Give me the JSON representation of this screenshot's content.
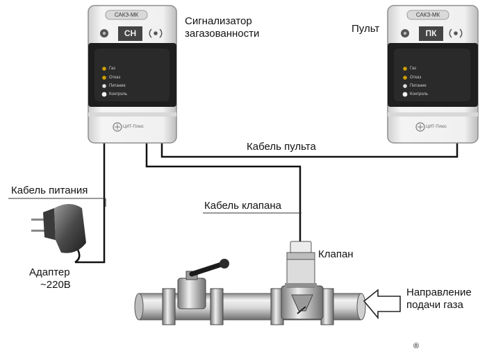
{
  "devices": {
    "detector": {
      "title_line1": "Сигнализатор",
      "title_line2": "загазованности",
      "model": "САКЗ-МК",
      "code": "СН",
      "indicators": [
        "Газ",
        "Отказ",
        "Питание",
        "Контроль"
      ],
      "brand": "ЦИТ-Плюс"
    },
    "remote": {
      "title": "Пульт",
      "model": "САКЗ-МК",
      "code": "ПК",
      "indicators": [
        "Газ",
        "Отказ",
        "Питание",
        "Контроль"
      ],
      "brand": "ЦИТ-Плюс"
    }
  },
  "labels": {
    "remote_cable": "Кабель пульта",
    "power_cable": "Кабель питания",
    "valve_cable": "Кабель клапана",
    "valve": "Клапан",
    "adapter_line1": "Адаптер",
    "adapter_line2": "~220В",
    "flow_line1": "Направление",
    "flow_line2": "подачи газа",
    "trademark": "®"
  },
  "colors": {
    "panel": "#1e1e1e",
    "case": "#e9e9e9",
    "case_edge": "#9a9a9a",
    "wire": "#111111",
    "pipe": "#cfcfcf"
  }
}
